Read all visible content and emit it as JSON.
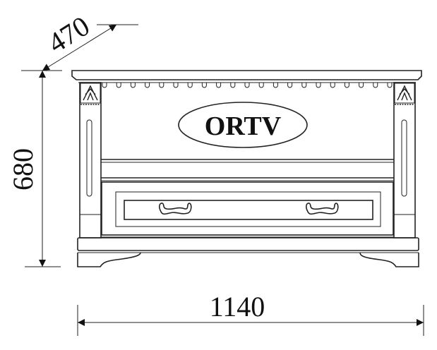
{
  "drawing": {
    "brand_label": "ORTV",
    "dimensions": {
      "width": "1140",
      "height": "680",
      "depth": "470"
    },
    "line_color": "#222222"
  }
}
